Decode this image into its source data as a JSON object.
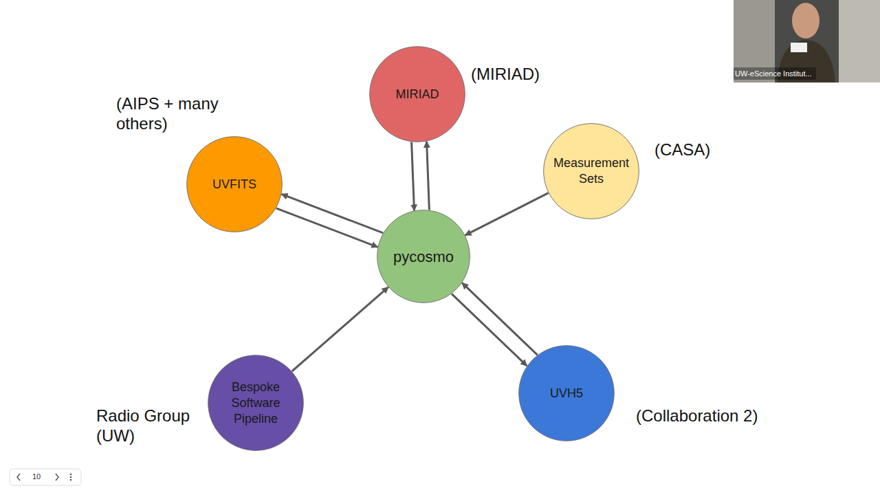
{
  "diagram": {
    "nodes": [
      {
        "text": [
          "MIRIAD",
          "(MIRIAD)"
        ]
      },
      {
        "text": [
          "UVFITS",
          "(AIPS + many others)"
        ]
      },
      {
        "text": [
          "Measurement Sets",
          "(CASA)"
        ]
      },
      {
        "text": [
          "pycosmo"
        ]
      },
      {
        "text": [
          "Bespoke Software Pipeline",
          "Radio Group (UW)"
        ]
      },
      {
        "text": [
          "UVH5",
          "(Collaboration 2)"
        ]
      }
    ],
    "edges": [
      {
        "from": 3,
        "to": 0,
        "arrow": "to"
      },
      {
        "from": 0,
        "to": 3,
        "arrow": "to"
      },
      {
        "from": 3,
        "to": 1,
        "arrow": "to"
      },
      {
        "from": 1,
        "to": 3,
        "arrow": "to"
      },
      {
        "from": 2,
        "to": 3,
        "arrow": "to"
      },
      {
        "from": 4,
        "to": 3,
        "arrow": "to"
      },
      {
        "from": 3,
        "to": 5,
        "arrow": "to"
      },
      {
        "from": 5,
        "to": 3,
        "arrow": "to"
      }
    ],
    "labels": [
      "UW-eScience Institut...",
      "10"
    ]
  }
}
